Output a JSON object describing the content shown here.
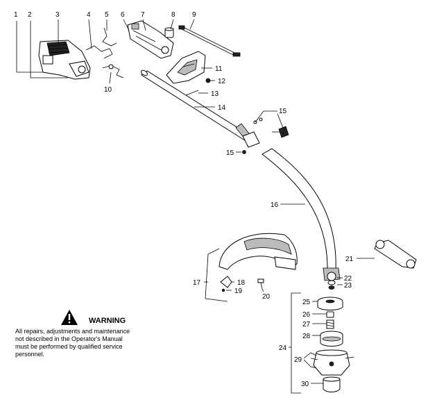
{
  "callouts": [
    "1",
    "2",
    "3",
    "4",
    "5",
    "6",
    "7",
    "8",
    "9",
    "10",
    "11",
    "12",
    "13",
    "14",
    "15",
    "15",
    "16",
    "17",
    "18",
    "19",
    "20",
    "21",
    "22",
    "23",
    "24",
    "25",
    "26",
    "27",
    "28",
    "29",
    "30"
  ],
  "warning": {
    "title": "WARNING",
    "lines": [
      "All repairs, adjustments and maintenance",
      "not described in the Operator's Manual",
      "must be performed by qualified  service",
      "personnel."
    ]
  }
}
